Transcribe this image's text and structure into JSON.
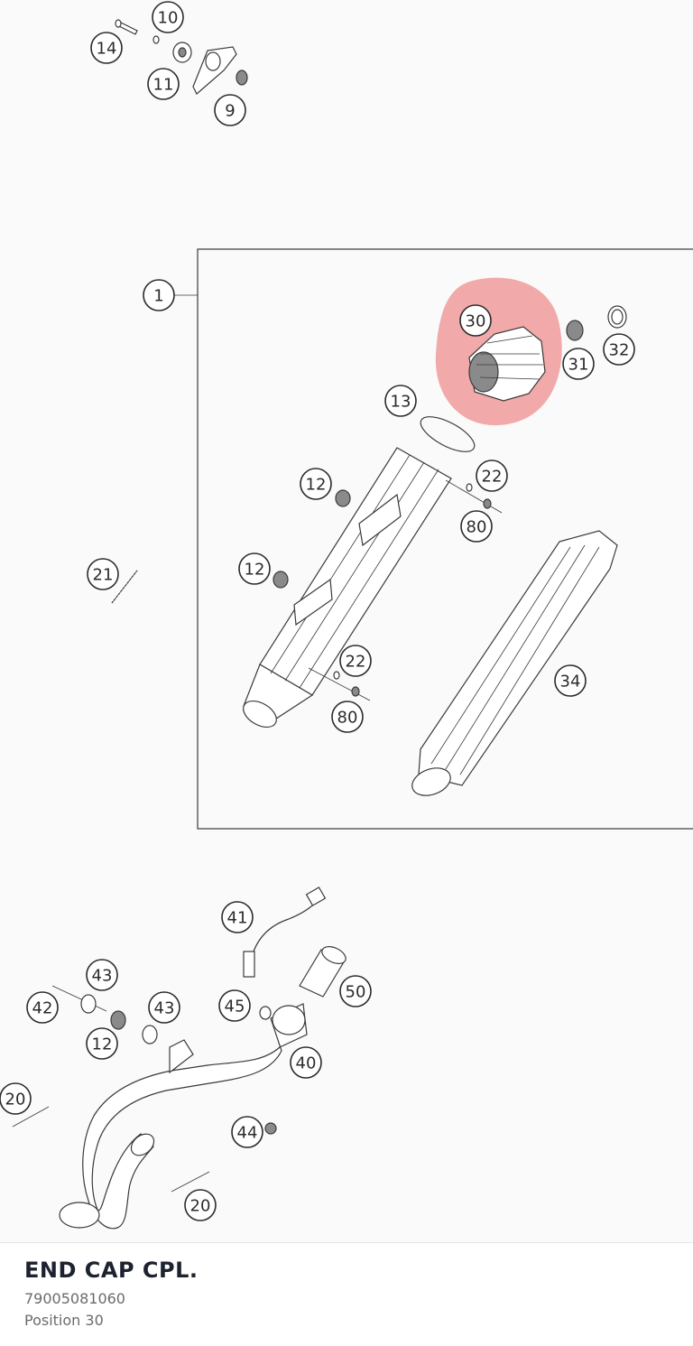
{
  "diagram": {
    "callouts": [
      "10",
      "14",
      "11",
      "9",
      "1",
      "30",
      "32",
      "31",
      "13",
      "22",
      "12",
      "80",
      "21",
      "12",
      "22",
      "80",
      "34",
      "41",
      "50",
      "43",
      "42",
      "43",
      "45",
      "12",
      "40",
      "20",
      "44",
      "20"
    ],
    "highlight_color": "#e8393a"
  },
  "selected_part": {
    "name": "END CAP CPL.",
    "number": "79005081060",
    "position": "Position 30"
  }
}
